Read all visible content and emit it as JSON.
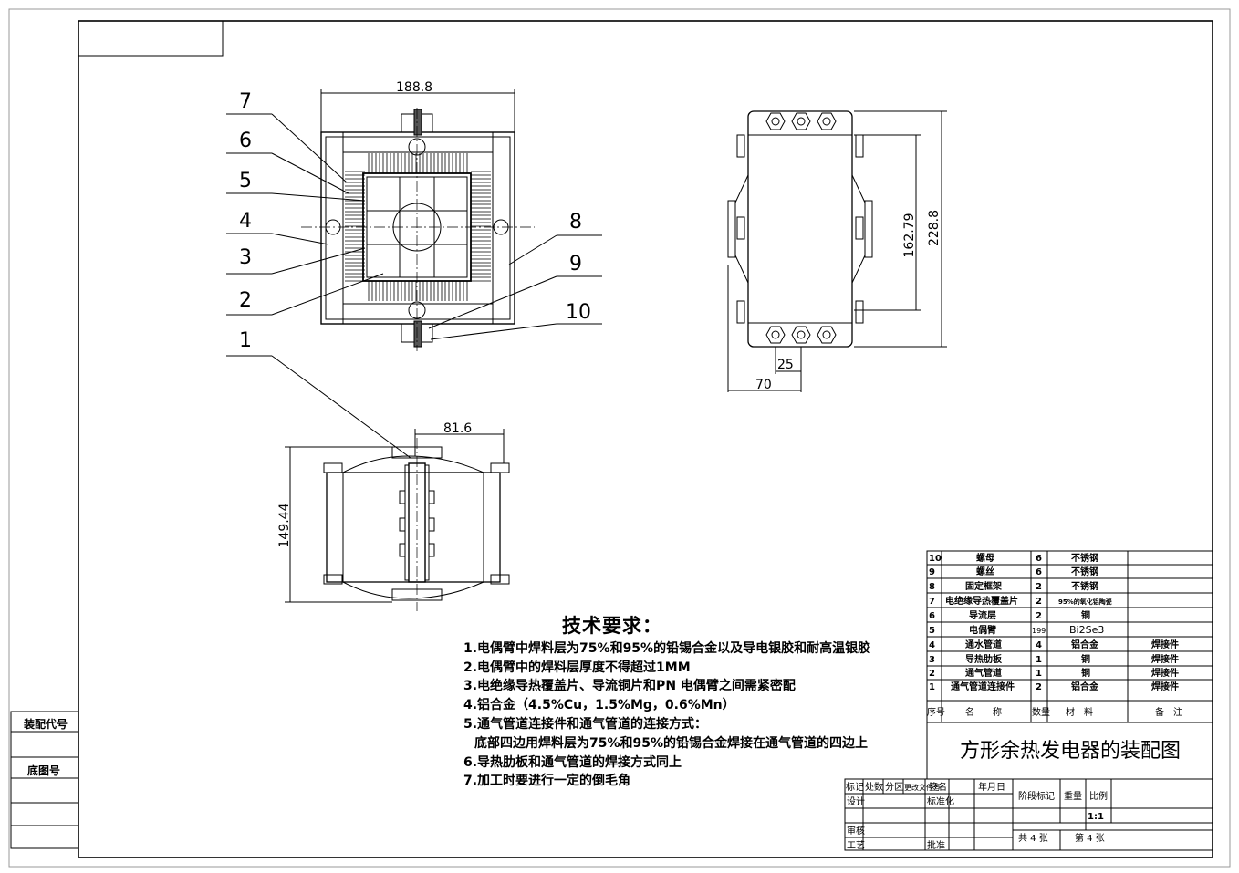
{
  "drawing_title": "方形余热发电器的装配图",
  "part_callouts": [
    "1",
    "2",
    "3",
    "4",
    "5",
    "6",
    "7",
    "8",
    "9",
    "10"
  ],
  "dimensions": {
    "top_width": "188.8",
    "side_height_inner": "162.79",
    "side_height_outer": "228.8",
    "side_pitch": "25",
    "side_offset": "70",
    "front_width": "81.6",
    "front_height": "149.44"
  },
  "tech_requirements": {
    "title": "技术要求：",
    "items": [
      "1.电偶臂中焊料层为75%和95%的铅锡合金以及导电银胶和耐高温银胶",
      "2.电偶臂中的焊料层厚度不得超过1MM",
      "3.电绝缘导热覆盖片、导流铜片和PN 电偶臂之间需紧密配",
      "4.铝合金（4.5%Cu，1.5%Mg，0.6%Mn）",
      "5.通气管道连接件和通气管道的连接方式：",
      "  底部四边用焊料层为75%和95%的铅锡合金焊接在通气管道的四边上",
      "6.导热肋板和通气管道的焊接方式同上",
      "7.加工时要进行一定的倒毛角"
    ]
  },
  "parts_list": {
    "rows": [
      {
        "no": "10",
        "name": "螺母",
        "qty": "6",
        "material": "不锈钢",
        "note": ""
      },
      {
        "no": "9",
        "name": "螺丝",
        "qty": "6",
        "material": "不锈钢",
        "note": ""
      },
      {
        "no": "8",
        "name": "固定框架",
        "qty": "2",
        "material": "不锈钢",
        "note": ""
      },
      {
        "no": "7",
        "name": "电绝缘导热覆盖片",
        "qty": "2",
        "material": "95%的氧化铝陶瓷",
        "note": ""
      },
      {
        "no": "6",
        "name": "导流层",
        "qty": "2",
        "material": "铜",
        "note": ""
      },
      {
        "no": "5",
        "name": "电偶臂",
        "qty": "199",
        "material": "Bi2Se3",
        "note": ""
      },
      {
        "no": "4",
        "name": "通水管道",
        "qty": "4",
        "material": "铝合金",
        "note": "焊接件"
      },
      {
        "no": "3",
        "name": "导热肋板",
        "qty": "1",
        "material": "铜",
        "note": "焊接件"
      },
      {
        "no": "2",
        "name": "通气管道",
        "qty": "1",
        "material": "铜",
        "note": "焊接件"
      },
      {
        "no": "1",
        "name": "通气管道连接件",
        "qty": "2",
        "material": "铝合金",
        "note": "焊接件"
      }
    ],
    "header": {
      "no": "序号",
      "name": "名　　称",
      "qty": "数量",
      "material": "材　料",
      "note": "备　注"
    }
  },
  "title_block": {
    "labels": [
      "标记",
      "处数",
      "分区",
      "更改文件号",
      "签名",
      "年月日"
    ],
    "design": "设计",
    "standard": "标准化",
    "stage": "阶段标记",
    "weight": "重量",
    "scale": "比例",
    "scale_value": "1:1",
    "review": "审核",
    "process": "工艺",
    "approve": "批准",
    "sheets_total": "共 4 张",
    "sheet_no": "第 4 张"
  },
  "side_labels": {
    "assembly_code": "装配代号",
    "base_drawing": "底图号"
  }
}
